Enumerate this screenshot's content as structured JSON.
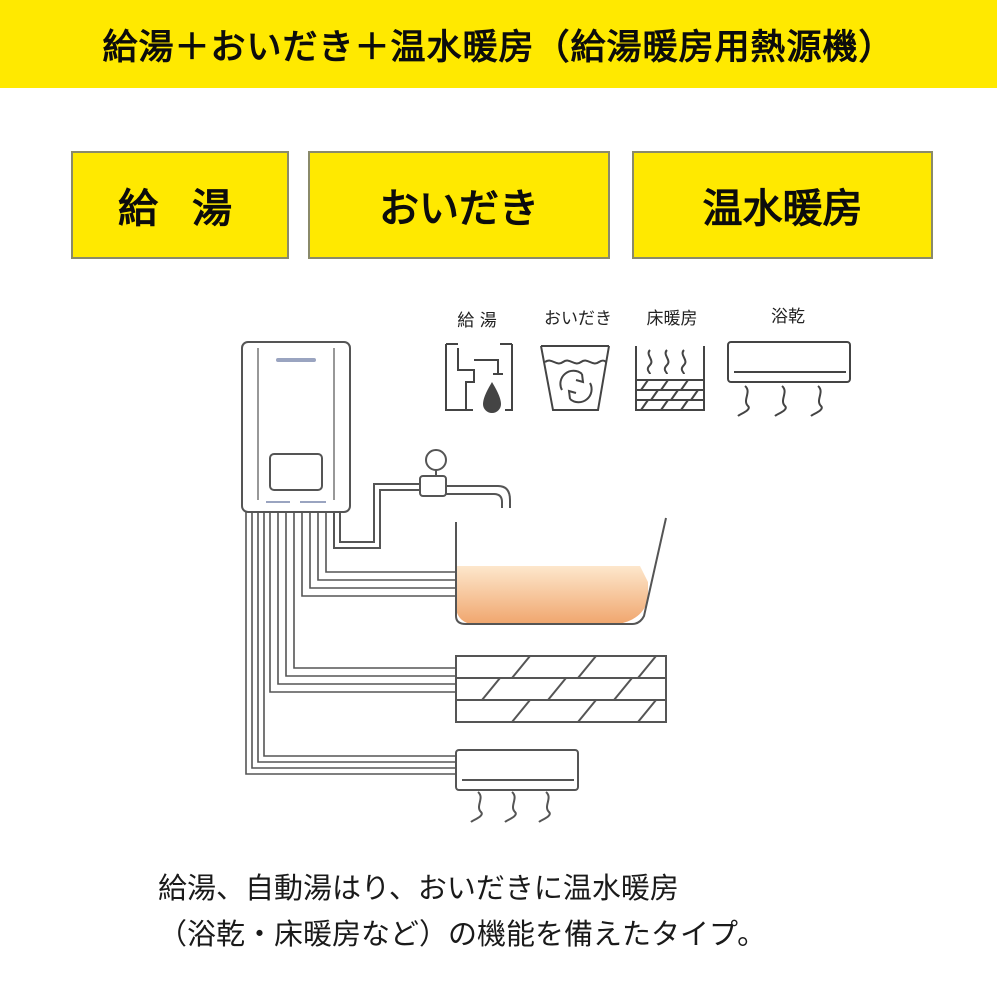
{
  "header": {
    "title": "給湯＋おいだき＋温水暖房（給湯暖房用熱源機）"
  },
  "features": [
    {
      "label": "給 湯"
    },
    {
      "label": "おいだき"
    },
    {
      "label": "温水暖房"
    }
  ],
  "icons": [
    {
      "label": "給 湯",
      "icon": "faucet-drop-icon"
    },
    {
      "label": "おいだき",
      "icon": "bath-reheat-icon"
    },
    {
      "label": "床暖房",
      "icon": "floor-heating-icon"
    },
    {
      "label": "浴乾",
      "icon": "bathroom-dryer-icon"
    }
  ],
  "diagram": {
    "bath_water_color": "#f2b98a",
    "line_color": "#555555",
    "heater_stripe_color": "#9aa4c0"
  },
  "description": {
    "line1": "給湯、自動湯はり、おいだきに温水暖房",
    "line2": "（浴乾・床暖房など）の機能を備えたタイプ。"
  }
}
